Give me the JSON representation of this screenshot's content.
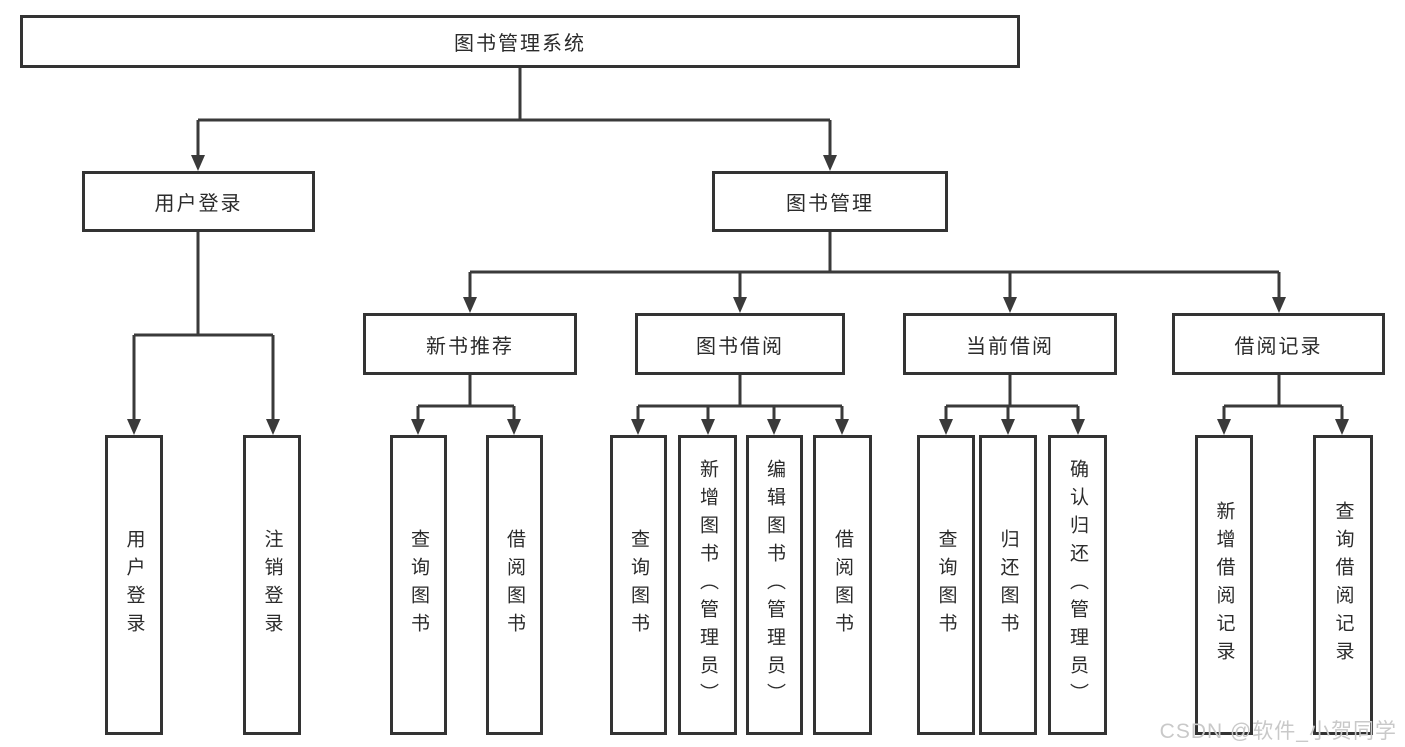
{
  "tree": {
    "root": "图书管理系统",
    "branches": [
      {
        "label": "用户登录",
        "children": [
          {
            "label": "用户登录"
          },
          {
            "label": "注销登录"
          }
        ]
      },
      {
        "label": "图书管理",
        "children": [
          {
            "label": "新书推荐",
            "children": [
              {
                "label": "查询图书"
              },
              {
                "label": "借阅图书"
              }
            ]
          },
          {
            "label": "图书借阅",
            "children": [
              {
                "label": "查询图书"
              },
              {
                "label": "新增图书（管理员）"
              },
              {
                "label": "编辑图书（管理员）"
              },
              {
                "label": "借阅图书"
              }
            ]
          },
          {
            "label": "当前借阅",
            "children": [
              {
                "label": "查询图书"
              },
              {
                "label": "归还图书"
              },
              {
                "label": "确认归还（管理员）"
              }
            ]
          },
          {
            "label": "借阅记录",
            "children": [
              {
                "label": "新增借阅记录"
              },
              {
                "label": "查询借阅记录"
              }
            ]
          }
        ]
      }
    ]
  },
  "watermark": "CSDN @软件_小贺同学",
  "colors": {
    "line": "#3a3a3a",
    "border": "#333333",
    "text": "#2b2b2b",
    "watermark": "#c9c9c9",
    "background": "#ffffff"
  }
}
